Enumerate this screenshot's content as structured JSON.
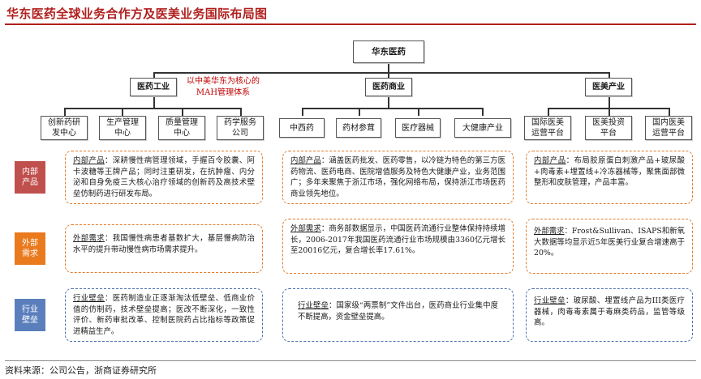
{
  "title": "华东医药全球业务合作方及医美业务国际布局图",
  "source": "资料来源：公司公告，浙商证券研究所",
  "root": "华东医药",
  "segments": [
    {
      "name": "医药工业",
      "note": "以中美华东为核心的MAH管理体系",
      "children": [
        "创新药研发中心",
        "生产管理中心",
        "质量管理中心",
        "药学服务公司"
      ]
    },
    {
      "name": "医药商业",
      "children": [
        "中西药",
        "药材参茸",
        "医疗器械",
        "大健康产业"
      ]
    },
    {
      "name": "医美产业",
      "children": [
        "国际医美运营平台",
        "医美投资平台",
        "国内医美运营平台"
      ]
    }
  ],
  "rows": [
    {
      "label": "内部产品",
      "style": "red"
    },
    {
      "label": "外部需求",
      "style": "orange"
    },
    {
      "label": "行业壁垒",
      "style": "blue"
    }
  ],
  "panels": [
    [
      {
        "key": "内部产品",
        "text": "：深耕慢性病管理领域，手握百令胶囊、阿卡波糖等王牌产品；同时注重研发，在抗肿瘤、内分泌和自身免疫三大核心治疗领域的创新药及高技术壁垒仿制药进行研发布局。"
      },
      {
        "key": "内部产品",
        "text": "：涵盖医药批发、医药零售，以冷链为特色的第三方医药物流、医药电商、医院增值服务及特色大健康产业，业务范围广；多年来聚焦于浙江市场，强化网络布局，保持浙江市场医药商业领先地位。"
      },
      {
        "key": "内部产品",
        "text": "：布局胶原蛋白刺激产品+玻尿酸+肉毒素+埋置线+冷冻器械等，聚焦面部微整形和皮肤管理，产品丰富。"
      }
    ],
    [
      {
        "key": "外部需求",
        "text": "：我国慢性病患者基数扩大，基层慢病防治水平的提升带动慢性病市场需求提升。"
      },
      {
        "key": "外部需求",
        "text": "：商务部数据显示，中国医药流通行业整体保持持续增长，2006-2017年我国医药流通行业市场规模由3360亿元增长至20016亿元，复合增长率17.61%。"
      },
      {
        "key": "外部需求",
        "text": "：Frost&Sullivan、ISAPS和新氧大数据等均显示近5年医美行业复合增速高于20%。"
      }
    ],
    [
      {
        "key": "行业壁垒",
        "text": "：医药制造业正逐渐淘汰低壁垒、低商业价值的仿制药，技术壁垒提高；医改不断深化，一致性评价、新药审批改革、控制医院药占比指标等政策促进精益生产。"
      },
      {
        "key": "行业壁垒",
        "text": "：国家级“两票制”文件出台，医药商业行业集中度不断提高，资金壁垒提高。"
      },
      {
        "key": "行业壁垒",
        "text": "：玻尿酸、埋置线产品为III类医疗器械，肉毒毒素属于毒麻类药品，监管等级高。"
      }
    ]
  ]
}
